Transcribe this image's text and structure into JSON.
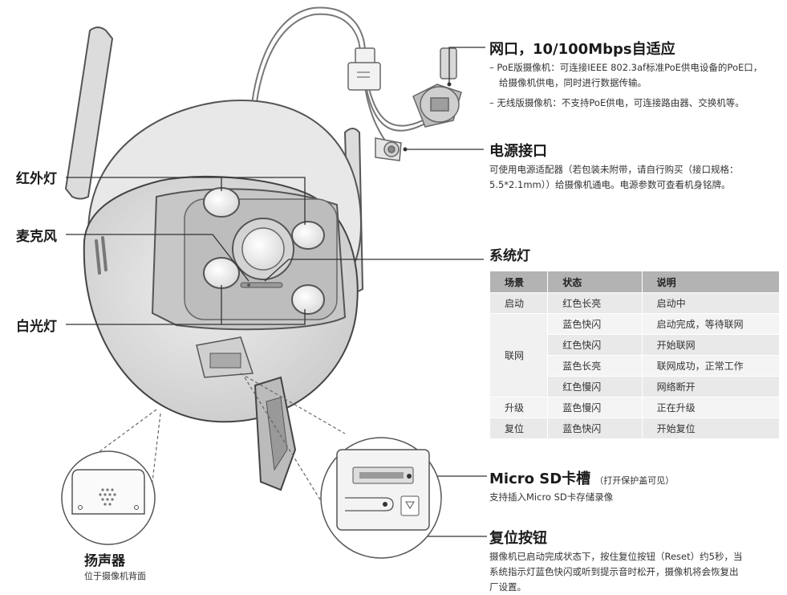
{
  "callouts": {
    "network_port": {
      "title": "网口，10/100Mbps自适应",
      "bullets": [
        "– PoE版摄像机：可连接IEEE 802.3af标准PoE供电设备的PoE口，",
        "给摄像机供电，同时进行数据传输。",
        "– 无线版摄像机：不支持PoE供电，可连接路由器、交换机等。"
      ]
    },
    "power_port": {
      "title": "电源接口",
      "desc": [
        "可使用电源适配器（若包装未附带，请自行购买（接口规格：",
        "5.5*2.1mm））给摄像机通电。电源参数可查看机身铭牌。"
      ]
    },
    "system_light": {
      "title": "系统灯",
      "table": {
        "headers": [
          "场景",
          "状态",
          "说明"
        ],
        "rows": [
          {
            "scene": "启动",
            "state": "红色长亮",
            "desc": "启动中"
          },
          {
            "scene": "联网",
            "state": "蓝色快闪",
            "desc": "启动完成，等待联网"
          },
          {
            "scene": "",
            "state": "红色快闪",
            "desc": "开始联网"
          },
          {
            "scene": "",
            "state": "蓝色长亮",
            "desc": "联网成功，正常工作"
          },
          {
            "scene": "",
            "state": "红色慢闪",
            "desc": "网络断开"
          },
          {
            "scene": "升级",
            "state": "蓝色慢闪",
            "desc": "正在升级"
          },
          {
            "scene": "复位",
            "state": "蓝色快闪",
            "desc": "开始复位"
          }
        ]
      }
    },
    "micro_sd": {
      "title": "Micro SD卡槽",
      "note": "（打开保护盖可见）",
      "desc": "支持插入Micro SD卡存储录像"
    },
    "reset": {
      "title": "复位按钮",
      "desc": [
        "摄像机已启动完成状态下，按住复位按钮（Reset）约5秒，当",
        "系统指示灯蓝色快闪或听到提示音时松开，摄像机将会恢复出",
        "厂设置。"
      ]
    },
    "speaker": {
      "title": "扬声器",
      "desc": "位于摄像机背面"
    }
  },
  "left_labels": {
    "infrared": "红外灯",
    "microphone": "麦克风",
    "white_light": "白光灯"
  }
}
